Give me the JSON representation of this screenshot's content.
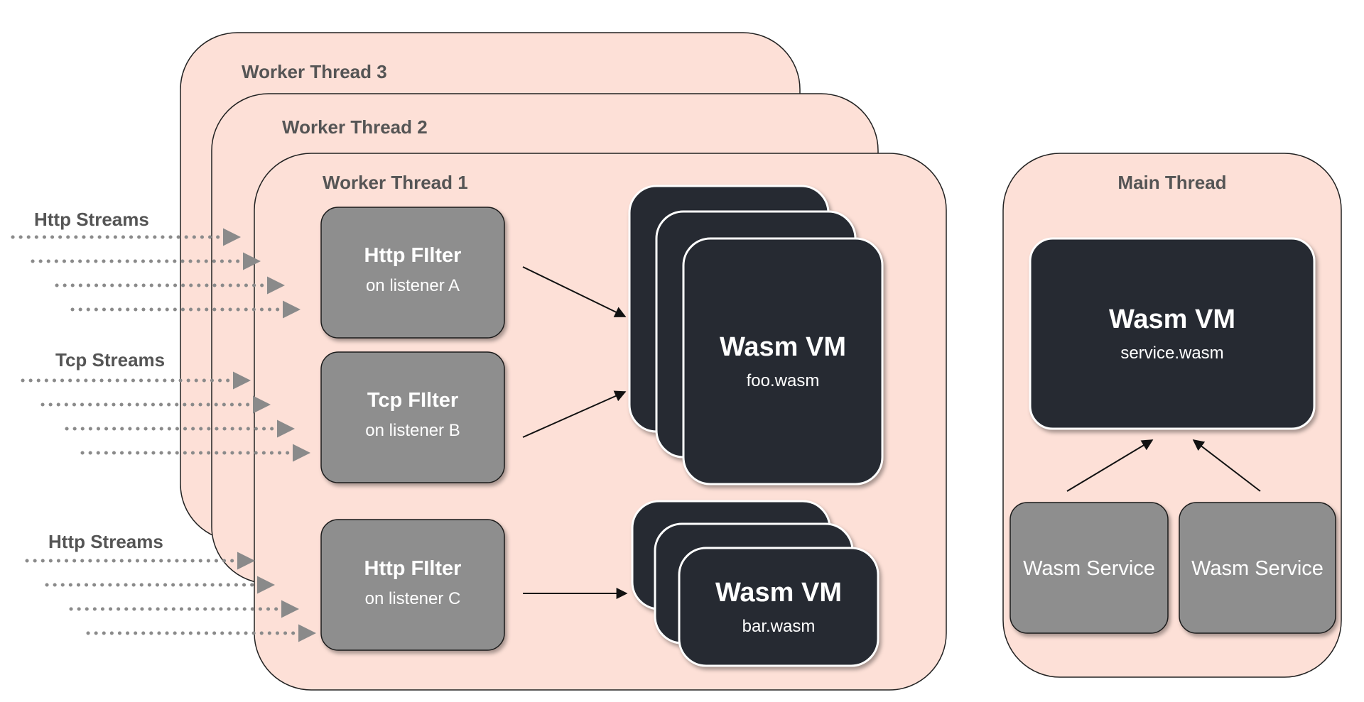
{
  "worker_threads": [
    {
      "title": "Worker Thread 3"
    },
    {
      "title": "Worker Thread 2"
    },
    {
      "title": "Worker Thread 1"
    }
  ],
  "main_thread": {
    "title": "Main Thread"
  },
  "streams": [
    {
      "label": "Http Streams"
    },
    {
      "label": "Tcp Streams"
    },
    {
      "label": "Http Streams"
    }
  ],
  "filters": [
    {
      "title": "Http FIlter",
      "subtitle": "on listener A"
    },
    {
      "title": "Tcp FIlter",
      "subtitle": "on listener B"
    },
    {
      "title": "Http FIlter",
      "subtitle": "on listener C"
    }
  ],
  "wasm_vms": [
    {
      "title": "Wasm VM",
      "subtitle": "foo.wasm"
    },
    {
      "title": "Wasm VM",
      "subtitle": "bar.wasm"
    },
    {
      "title": "Wasm VM",
      "subtitle": "service.wasm"
    }
  ],
  "services": [
    {
      "title": "Wasm Service"
    },
    {
      "title": "Wasm Service"
    }
  ],
  "colors": {
    "thread_fill": "#fde0d7",
    "thread_stroke": "#222222",
    "filter_fill": "#8e8e8e",
    "vm_fill": "#262b31",
    "label_gray": "#555555",
    "stream_dots": "#8a8a8a"
  }
}
